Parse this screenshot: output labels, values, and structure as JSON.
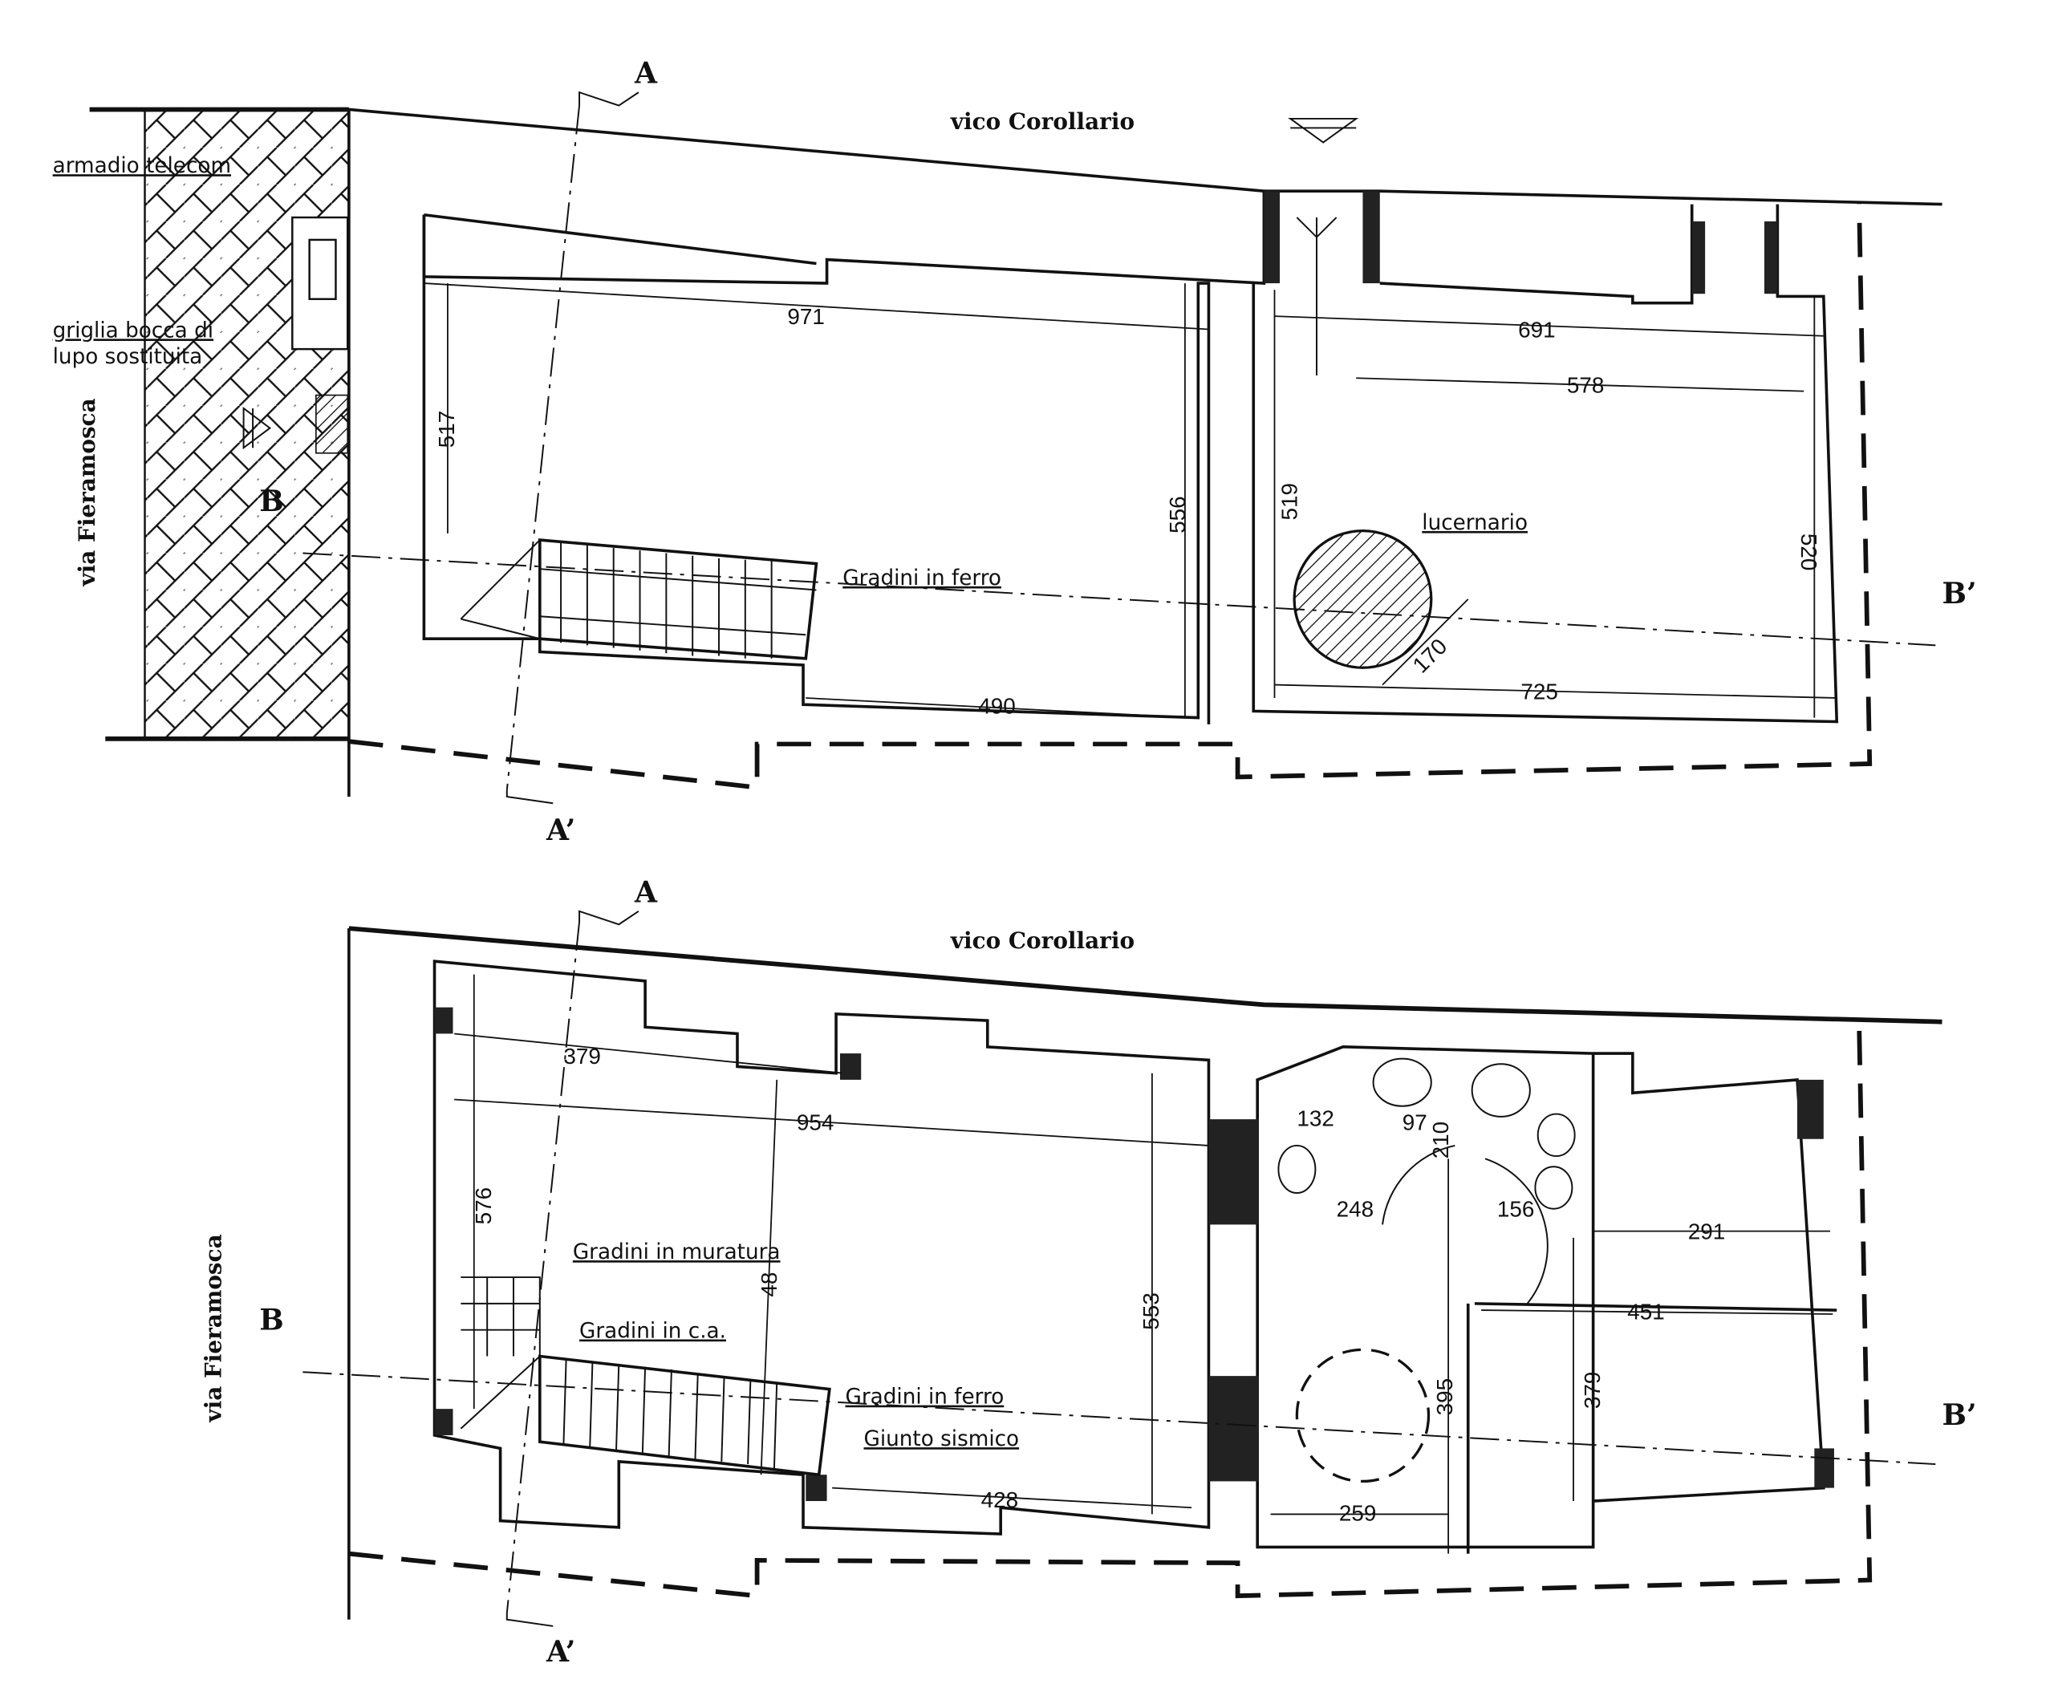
{
  "plan_top": {
    "street_north": "vico Corollario",
    "street_west": "via Fieramosca",
    "labels": {
      "armadio": "armadio telecom",
      "griglia_1": "griglia bocca di",
      "griglia_2": "lupo sostituita",
      "gradini_ferro": "Gradini in ferro",
      "lucernario": "lucernario"
    },
    "section_marks": {
      "a": "A",
      "a_prime": "A’",
      "b": "B",
      "b_prime": "B’"
    },
    "dimensions": {
      "d971": "971",
      "d517": "517",
      "d556": "556",
      "d490": "490",
      "d519": "519",
      "d691": "691",
      "d578": "578",
      "d520": "520",
      "d725": "725",
      "d170": "170"
    }
  },
  "plan_bottom": {
    "street_north": "vico Corollario",
    "street_west": "via Fieramosca",
    "labels": {
      "gradini_muratura": "Gradini in muratura",
      "gradini_ca": "Gradini in c.a.",
      "gradini_ferro": "Gradini in ferro",
      "giunto": "Giunto sismico"
    },
    "section_marks": {
      "a": "A",
      "a_prime": "A’",
      "b": "B",
      "b_prime": "B’"
    },
    "dimensions": {
      "d379a": "379",
      "d954": "954",
      "d576": "576",
      "d48": "48",
      "d553": "553",
      "d428": "428",
      "d132": "132",
      "d97": "97",
      "d210": "210",
      "d248": "248",
      "d156": "156",
      "d291": "291",
      "d451": "451",
      "d379b": "379",
      "d395": "395",
      "d259": "259"
    }
  }
}
